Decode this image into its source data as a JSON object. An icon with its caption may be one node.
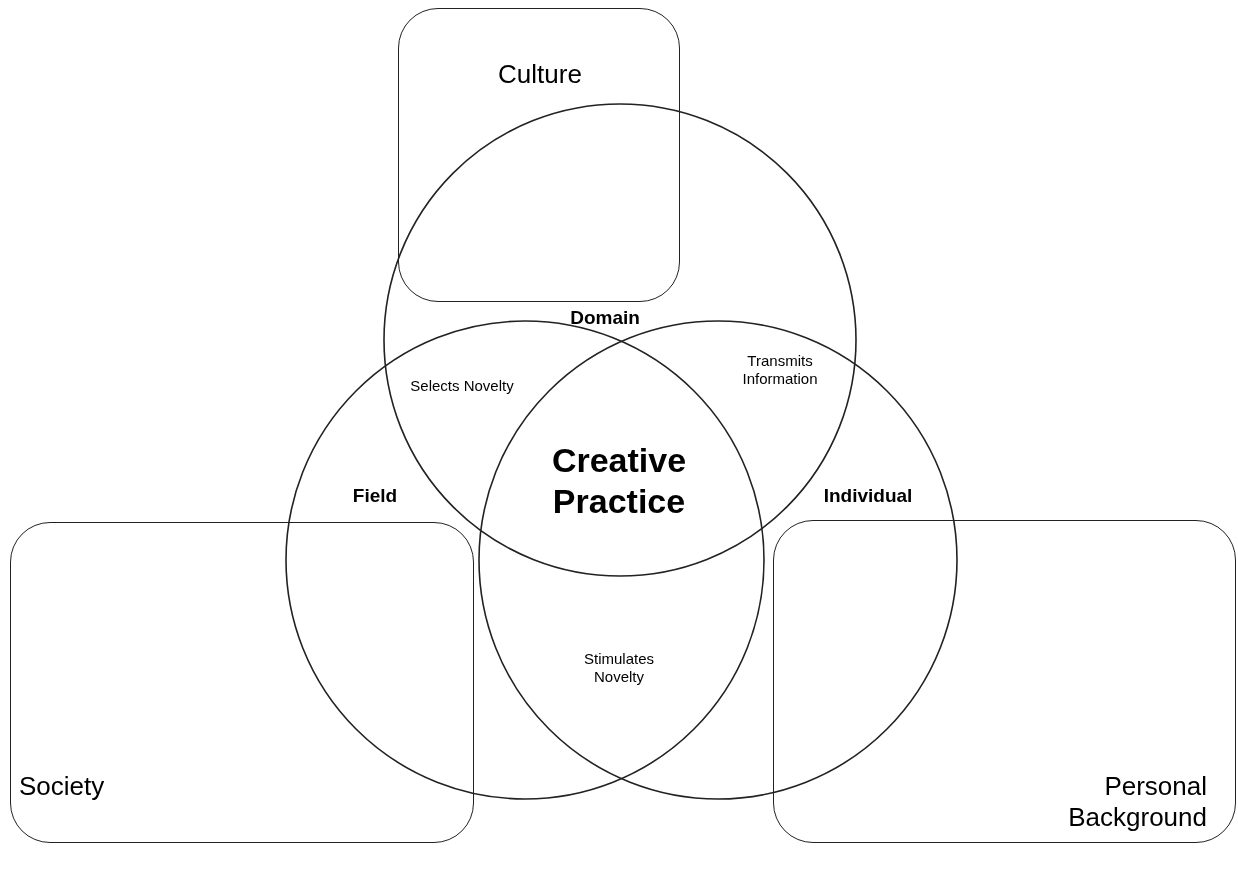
{
  "diagram": {
    "nodes": [
      {
        "text": [
          "Culture"
        ]
      },
      {
        "text": [
          "Domain"
        ]
      },
      {
        "text": [
          "Field"
        ]
      },
      {
        "text": [
          "Individual"
        ]
      },
      {
        "text": [
          "Society"
        ]
      },
      {
        "text": [
          "Personal Background"
        ]
      }
    ],
    "labels": [
      "Selects Novelty",
      "Transmits Information",
      "Creative Practice",
      "Stimulates Novelty"
    ]
  }
}
